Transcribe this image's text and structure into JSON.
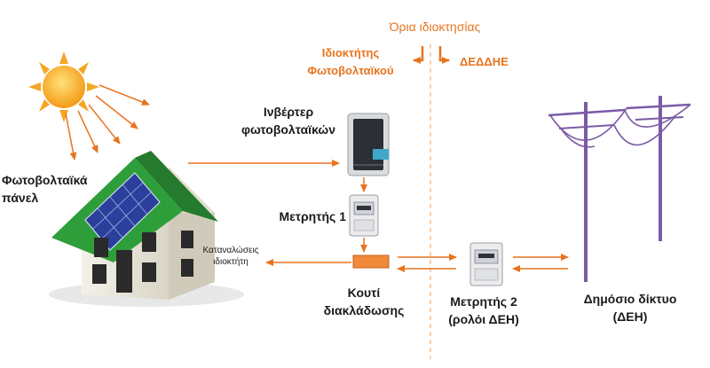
{
  "labels": {
    "ownership_limits": "Όρια ιδιοκτησίας",
    "pv_owner_line1": "Ιδιοκτήτης",
    "pv_owner_line2": "Φωτοβολταϊκού",
    "deddie": "ΔΕΔΔΗΕ",
    "inverter_line1": "Ινβέρτερ",
    "inverter_line2": "φωτοβολταϊκών",
    "pv_panel_line1": "Φωτοβολταϊκά",
    "pv_panel_line2": "πάνελ",
    "meter1": "Μετρητής 1",
    "consumption_line1": "Καταναλώσεις",
    "consumption_line2": "ιδιοκτήτη",
    "junction_box_line1": "Κουτί",
    "junction_box_line2": "διακλάδωσης",
    "meter2_line1": "Μετρητής 2",
    "meter2_line2": "(ρολόι ΔΕΗ)",
    "grid_line1": "Δημόσιο δίκτυο",
    "grid_line2": "(ΔΕΗ)"
  },
  "colors": {
    "accent": "#e8731e",
    "sun": "#f5a623",
    "roof": "#2e9e3a",
    "wall": "#e6e3d6",
    "panel": "#2b3f9c",
    "pole": "#7b5aa6",
    "divider": "#f2b07a"
  },
  "icons": [
    "sun-icon",
    "house-icon",
    "solar-panel-icon",
    "inverter-icon",
    "electric-meter-icon",
    "junction-box-icon",
    "utility-pole-icon"
  ]
}
